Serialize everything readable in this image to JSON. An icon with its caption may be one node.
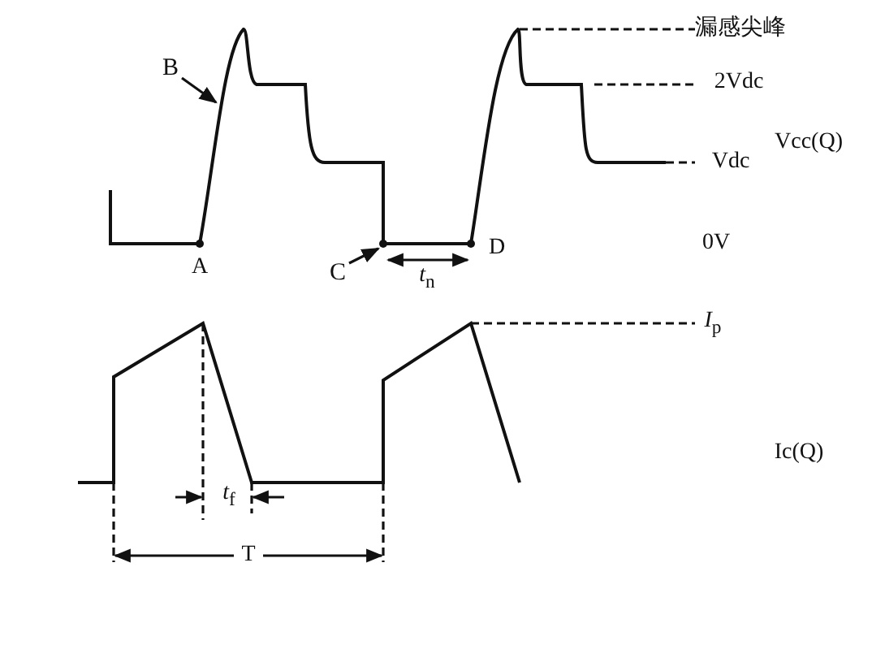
{
  "diagram": {
    "nodes": [
      {
        "text": [
          "B"
        ]
      },
      {
        "text": [
          "C"
        ]
      }
    ],
    "edges": [
      {
        "from": 0,
        "to": null,
        "arrow": "to"
      },
      {
        "from": 1,
        "to": null,
        "arrow": "to"
      }
    ],
    "labels": [
      "漏感尖峰",
      "2Vdc",
      "Vcc(Q)",
      "Vdc",
      "A",
      "*t*$_{n}$",
      "D",
      "0V",
      "*I*$_{p}$",
      "Ic(Q)",
      "*t*$_{f}$",
      "T"
    ]
  }
}
